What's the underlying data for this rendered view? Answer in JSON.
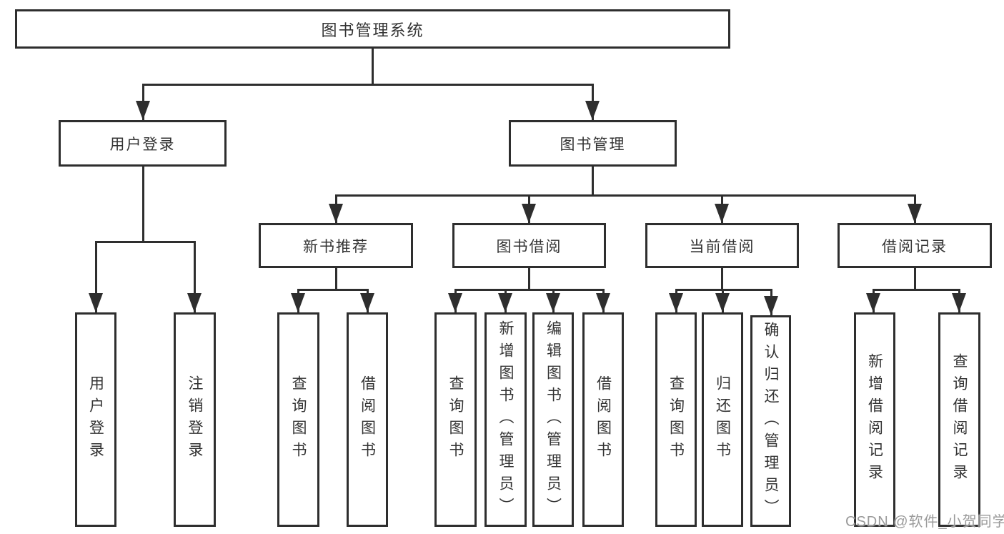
{
  "diagram": {
    "root": {
      "label": "图书管理系统"
    },
    "branches": [
      {
        "label": "用户登录",
        "children": [
          {
            "label": "用户登录"
          },
          {
            "label": "注销登录"
          }
        ]
      },
      {
        "label": "图书管理",
        "children": [
          {
            "label": "新书推荐",
            "children": [
              {
                "label": "查询图书"
              },
              {
                "label": "借阅图书"
              }
            ]
          },
          {
            "label": "图书借阅",
            "children": [
              {
                "label": "查询图书"
              },
              {
                "label": "新增图书（管理员）"
              },
              {
                "label": "编辑图书（管理员）"
              },
              {
                "label": "借阅图书"
              }
            ]
          },
          {
            "label": "当前借阅",
            "children": [
              {
                "label": "查询图书"
              },
              {
                "label": "归还图书"
              },
              {
                "label": "确认归还（管理员）"
              }
            ]
          },
          {
            "label": "借阅记录",
            "children": [
              {
                "label": "新增借阅记录"
              },
              {
                "label": "查询借阅记录"
              }
            ]
          }
        ]
      }
    ]
  },
  "watermark": {
    "text": "CSDN @软件_小贺同学",
    "color": "#9a9a9a"
  },
  "colors": {
    "line": "#2e2e2e",
    "box_border": "#2e2e2e",
    "box_fill": "#ffffff",
    "text": "#333333",
    "background": "#ffffff"
  }
}
